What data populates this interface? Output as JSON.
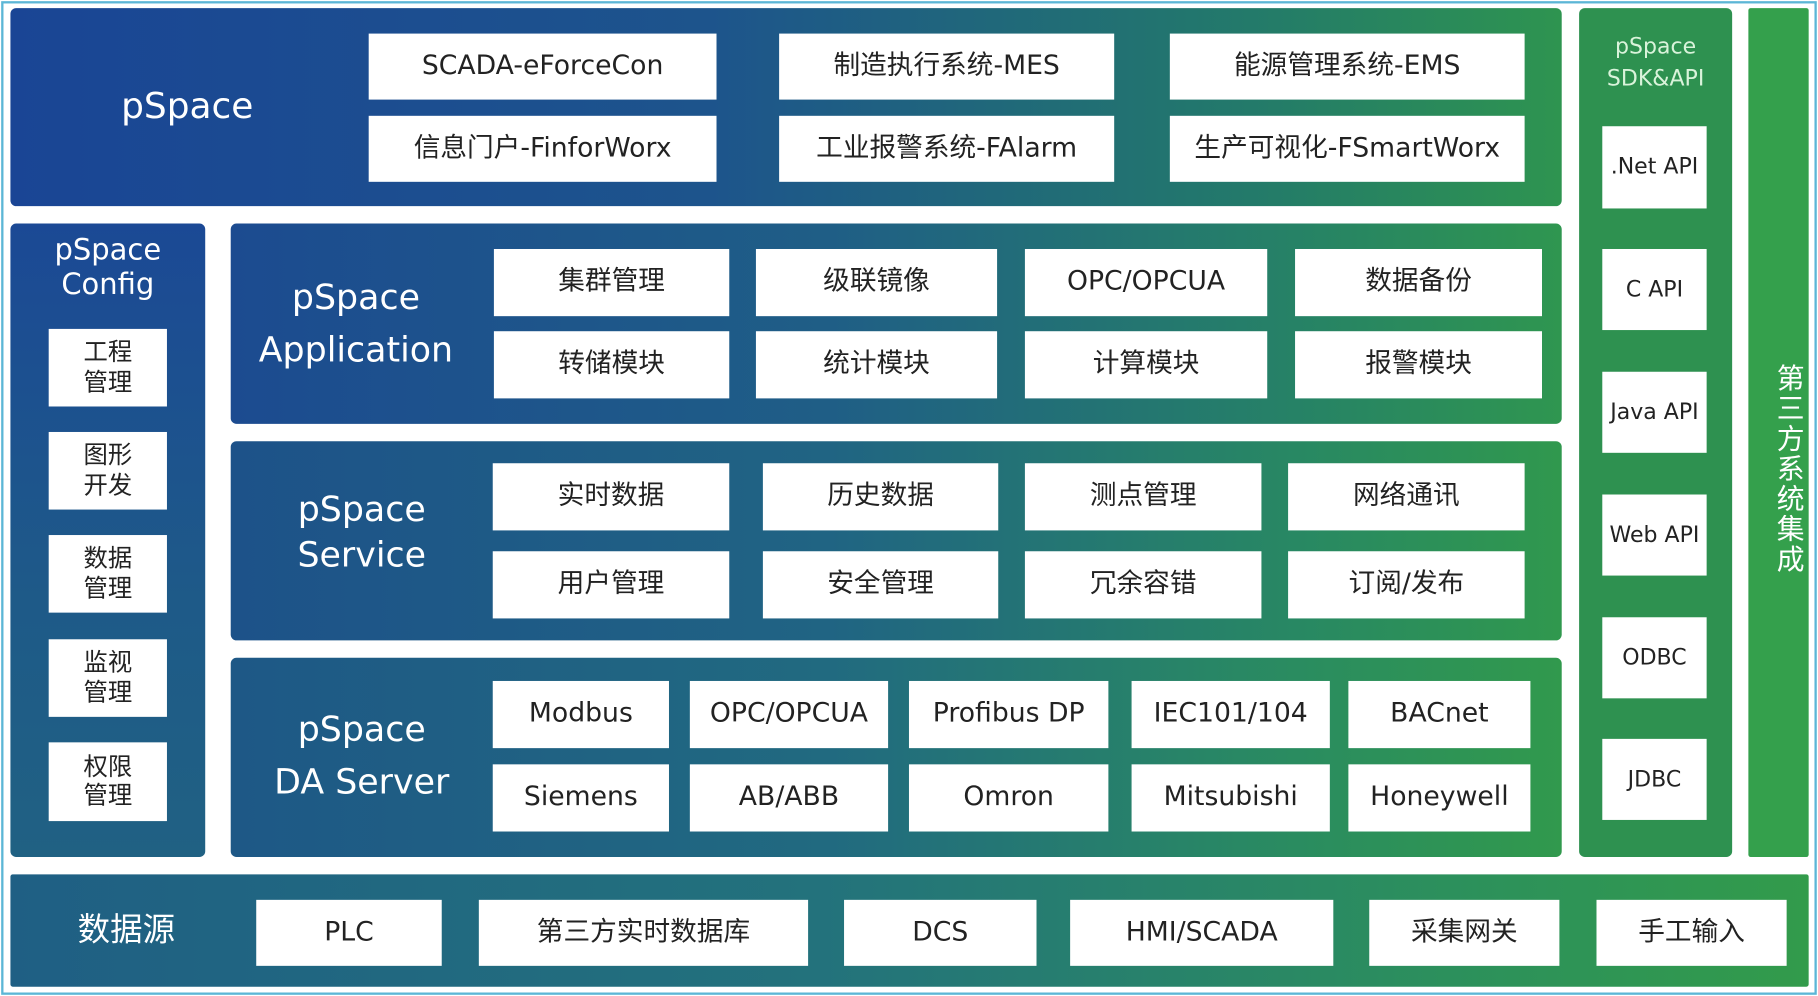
{
  "top": {
    "title": "pSpace",
    "items": [
      "SCADA-eForceCon",
      "制造执行系统-MES",
      "能源管理系统-EMS",
      "信息门户-FinforWorx",
      "工业报警系统-FAlarm",
      "生产可视化-FSmartWorx"
    ]
  },
  "config": {
    "title_line1": "pSpace",
    "title_line2": "Config",
    "items": [
      "工程\n管理",
      "图形\n开发",
      "数据\n管理",
      "监视\n管理",
      "权限\n管理"
    ]
  },
  "application": {
    "title_line1": "pSpace",
    "title_line2": "Application",
    "items": [
      "集群管理",
      "级联镜像",
      "OPC/OPCUA",
      "数据备份",
      "转储模块",
      "统计模块",
      "计算模块",
      "报警模块"
    ]
  },
  "service": {
    "title_line1": "pSpace",
    "title_line2": "Service",
    "items": [
      "实时数据",
      "历史数据",
      "测点管理",
      "网络通讯",
      "用户管理",
      "安全管理",
      "冗余容错",
      "订阅/发布"
    ]
  },
  "da_server": {
    "title_line1": "pSpace",
    "title_line2": "DA Server",
    "items": [
      "Modbus",
      "OPC/OPCUA",
      "Profibus DP",
      "IEC101/104",
      "BACnet",
      "Siemens",
      "AB/ABB",
      "Omron",
      "Mitsubishi",
      "Honeywell"
    ]
  },
  "sdk": {
    "title_line1": "pSpace",
    "title_line2": "SDK&API",
    "items": [
      ".Net API",
      "C API",
      "Java API",
      "Web API",
      "ODBC",
      "JDBC"
    ]
  },
  "third_party": {
    "title": "第三方系统集成"
  },
  "data_source": {
    "title": "数据源",
    "items": [
      "PLC",
      "第三方实时数据库",
      "DCS",
      "HMI/SCADA",
      "采集网关",
      "手工输入"
    ]
  },
  "colors": {
    "blue": "#1a4595",
    "green": "#2e9450",
    "border": "#5cb6d6"
  }
}
